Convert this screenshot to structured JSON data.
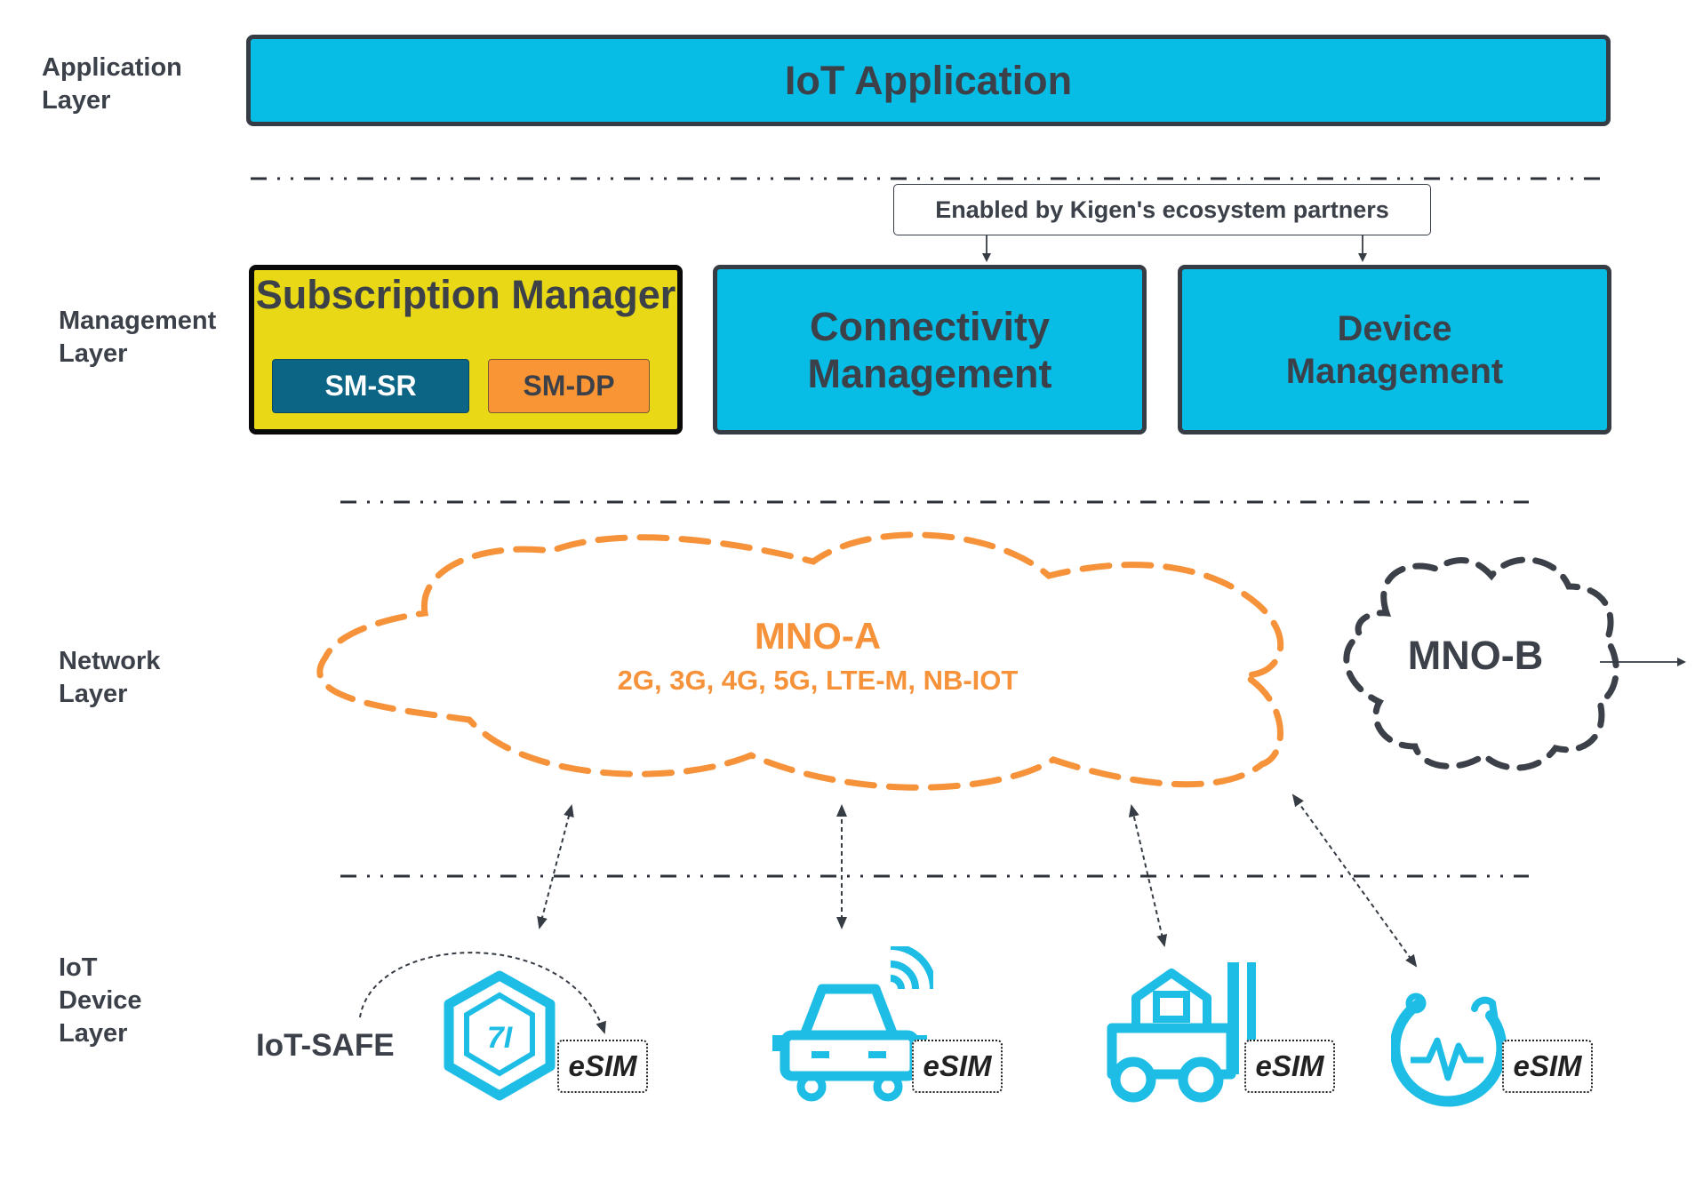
{
  "layers": {
    "application": "Application\nLayer",
    "management": "Management\nLayer",
    "network": "Network\nLayer",
    "device": "IoT\nDevice\nLayer"
  },
  "application": {
    "title": "IoT Application"
  },
  "management": {
    "partners_note": "Enabled by Kigen's ecosystem partners",
    "subscription_manager": {
      "title": "Subscription Manager",
      "sm_sr": "SM-SR",
      "sm_dp": "SM-DP"
    },
    "connectivity": "Connectivity\nManagement",
    "device": "Device\nManagement"
  },
  "network": {
    "mno_a": {
      "name": "MNO-A",
      "technologies": "2G, 3G, 4G, 5G, LTE-M, NB-IOT"
    },
    "mno_b": {
      "name": "MNO-B"
    }
  },
  "devices": {
    "iot_safe": "IoT-SAFE",
    "items": [
      {
        "icon": "secure-element-hexagon-icon",
        "badge": "eSIM",
        "logo_text": "7I"
      },
      {
        "icon": "connected-car-icon",
        "badge": "eSIM"
      },
      {
        "icon": "forklift-icon",
        "badge": "eSIM"
      },
      {
        "icon": "health-monitor-icon",
        "badge": "eSIM"
      }
    ]
  },
  "colors": {
    "cyan": "#07bde5",
    "yellow": "#e8d816",
    "navy": "#0c6585",
    "orange": "#fa9535",
    "mno_a": "#f5923a",
    "dark": "#363c44",
    "icon": "#1ebde6"
  }
}
